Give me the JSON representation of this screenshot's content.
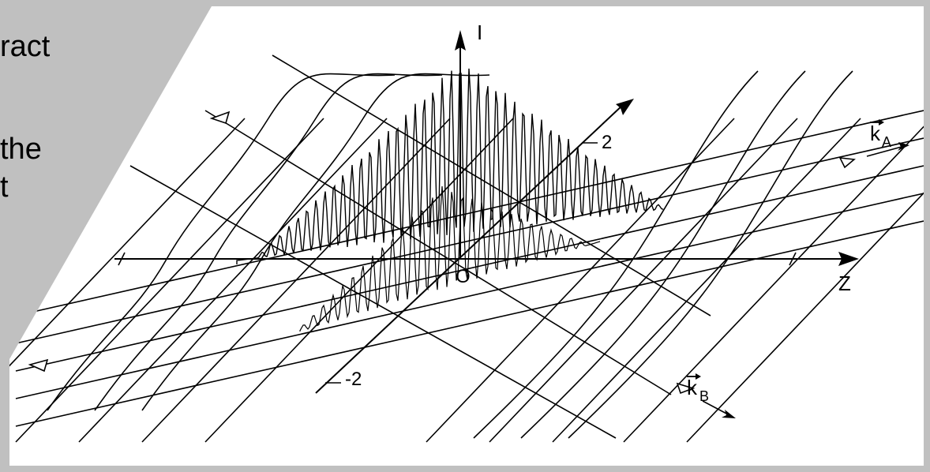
{
  "slide_text": {
    "line1": "ract",
    "line2": "the",
    "line3": "t"
  },
  "diagram": {
    "labels": {
      "intensity_axis": "I",
      "z_axis": "Z",
      "origin": "O",
      "tick_pos": "2",
      "tick_neg": "-2",
      "k_a_vector": "k",
      "k_a_subscript": "A",
      "k_b_vector": "k",
      "k_b_subscript": "B"
    },
    "colors": {
      "background": "#c0c0c0",
      "panel": "#ffffff",
      "ink": "#000000"
    }
  }
}
